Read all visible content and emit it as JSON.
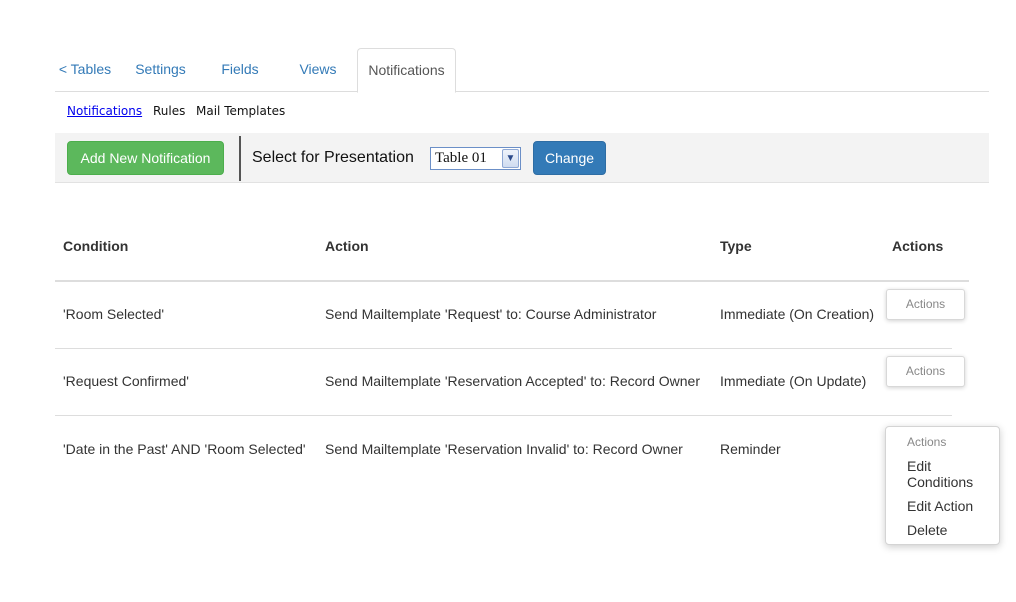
{
  "tabs": [
    {
      "label": "< Tables"
    },
    {
      "label": "Settings"
    },
    {
      "label": "Fields"
    },
    {
      "label": "Views"
    },
    {
      "label": "Notifications",
      "active": true
    }
  ],
  "subnav": [
    {
      "label": "Notifications",
      "active": true
    },
    {
      "label": "Rules"
    },
    {
      "label": "Mail Templates"
    }
  ],
  "toolbar": {
    "add_button": "Add New Notification",
    "select_label": "Select for Presentation",
    "select_value": "Table 01",
    "change_button": "Change"
  },
  "table": {
    "headers": [
      "Condition",
      "Action",
      "Type",
      "Actions"
    ],
    "rows": [
      {
        "condition": "'Room Selected'",
        "action": "Send Mailtemplate 'Request' to: Course Administrator",
        "type": "Immediate (On Creation)",
        "actions_label": "Actions"
      },
      {
        "condition": "'Request Confirmed'",
        "action": "Send Mailtemplate 'Reservation Accepted' to: Record Owner",
        "type": "Immediate (On Update)",
        "actions_label": "Actions"
      },
      {
        "condition": "'Date in the Past' AND 'Room Selected'",
        "action": "Send Mailtemplate 'Reservation Invalid' to: Record Owner",
        "type": "Reminder",
        "actions_label": "Actions"
      }
    ]
  },
  "actions_menu": {
    "header": "Actions",
    "items": [
      "Edit Conditions",
      "Edit Action",
      "Delete"
    ]
  },
  "colors": {
    "link": "#337ab7",
    "success": "#5cb85c",
    "primary": "#337ab7"
  }
}
